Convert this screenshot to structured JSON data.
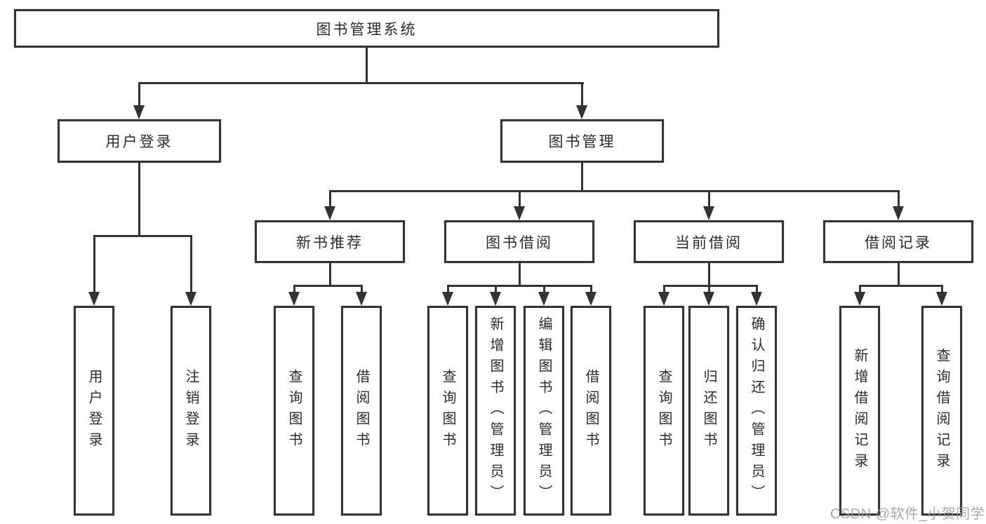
{
  "nodes": {
    "root": "图书管理系统",
    "user_login": "用户登录",
    "book_mgmt": "图书管理",
    "new_book_rec": "新书推荐",
    "book_borrow": "图书借阅",
    "current_borrow": "当前借阅",
    "borrow_record": "借阅记录",
    "ul_login": "用户登录",
    "ul_logout": "注销登录",
    "nb_query": "查询图书",
    "nb_borrow": "借阅图书",
    "bb_query": "查询图书",
    "bb_add": "新增图书（管理员）",
    "bb_edit": "编辑图书（管理员）",
    "bb_borrow": "借阅图书",
    "cb_query": "查询图书",
    "cb_return": "归还图书",
    "cb_confirm": "确认归还（管理员）",
    "br_add": "新增借阅记录",
    "br_query": "查询借阅记录"
  },
  "watermark": {
    "text": "CSDN @软件_小贺同学",
    "color": "#9c9c9c"
  },
  "colors": {
    "line": "#333333",
    "box_border": "#333333",
    "text": "#2b2b2b",
    "background": "#ffffff"
  }
}
